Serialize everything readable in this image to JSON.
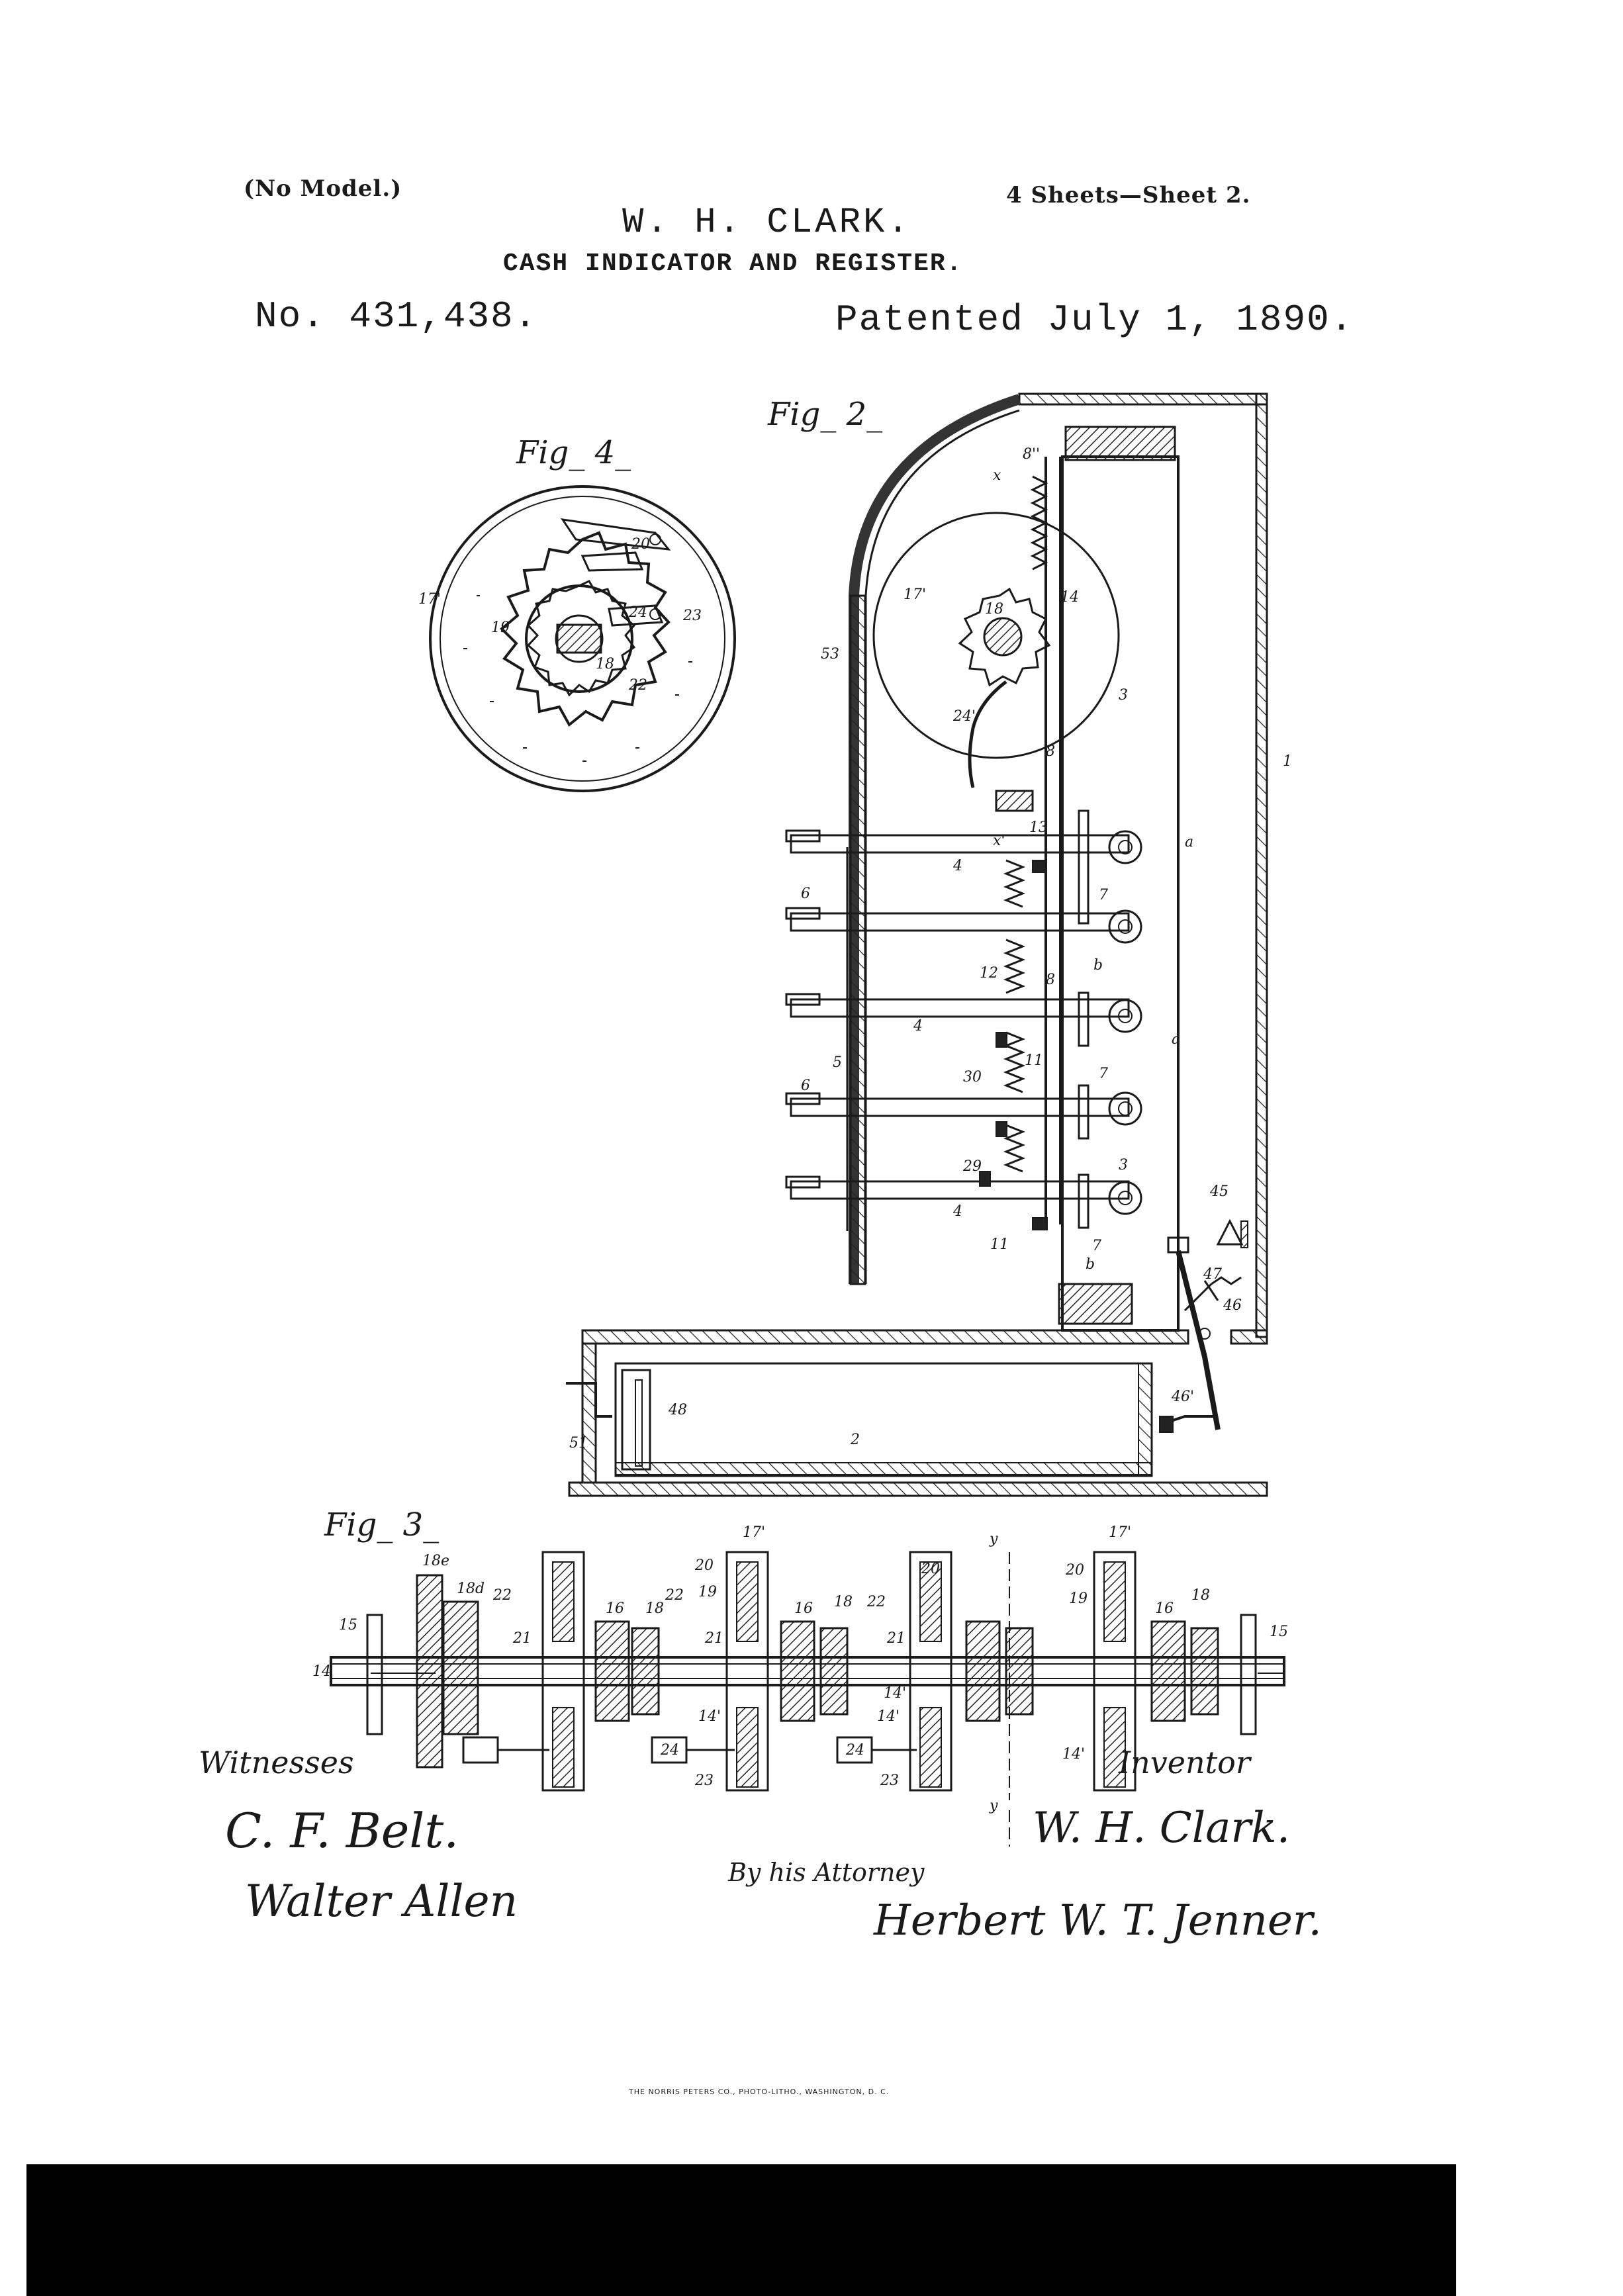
{
  "header": {
    "no_model": "(No Model.)",
    "sheets": "4 Sheets—Sheet 2.",
    "inventor_name": "W. H. CLARK.",
    "title": "CASH INDICATOR AND REGISTER.",
    "patent_number": "No. 431,438.",
    "patent_date": "Patented July 1, 1890."
  },
  "figures": {
    "fig2": "Fig_ 2_",
    "fig3": "Fig_ 3_",
    "fig4": "Fig_ 4_"
  },
  "fig4_labels": [
    "20",
    "17'",
    "24",
    "23",
    "19",
    "18",
    "22"
  ],
  "fig2_labels": [
    "8''",
    "x",
    "14",
    "17'",
    "18",
    "53",
    "3",
    "24'",
    "8",
    "1",
    "13",
    "x'",
    "4",
    "a",
    "6",
    "7",
    "b",
    "12",
    "8",
    "4",
    "a",
    "5",
    "11",
    "30",
    "6",
    "7",
    "3",
    "29",
    "4",
    "45",
    "11",
    "7",
    "b",
    "47",
    "46",
    "48",
    "51",
    "2",
    "46'"
  ],
  "fig3_labels": [
    "17'",
    "18e",
    "18d",
    "22",
    "15",
    "14",
    "21",
    "16",
    "18",
    "22",
    "20",
    "19",
    "21",
    "16",
    "18",
    "22",
    "21",
    "20",
    "y",
    "17'",
    "20",
    "19",
    "16",
    "18",
    "15",
    "14'",
    "14'",
    "14'",
    "24",
    "23",
    "24",
    "23",
    "14'",
    "y"
  ],
  "footer": {
    "witnesses": "Witnesses",
    "witness1": "C. F. Belt.",
    "witness2": "Walter Allen",
    "inventor_label": "Inventor",
    "inventor_signature": "W. H. Clark.",
    "by_attorney": "By his Attorney",
    "attorney_signature": "Herbert W. T. Jenner.",
    "printer": "THE NORRIS PETERS CO., PHOTO-LITHO., WASHINGTON, D. C."
  }
}
